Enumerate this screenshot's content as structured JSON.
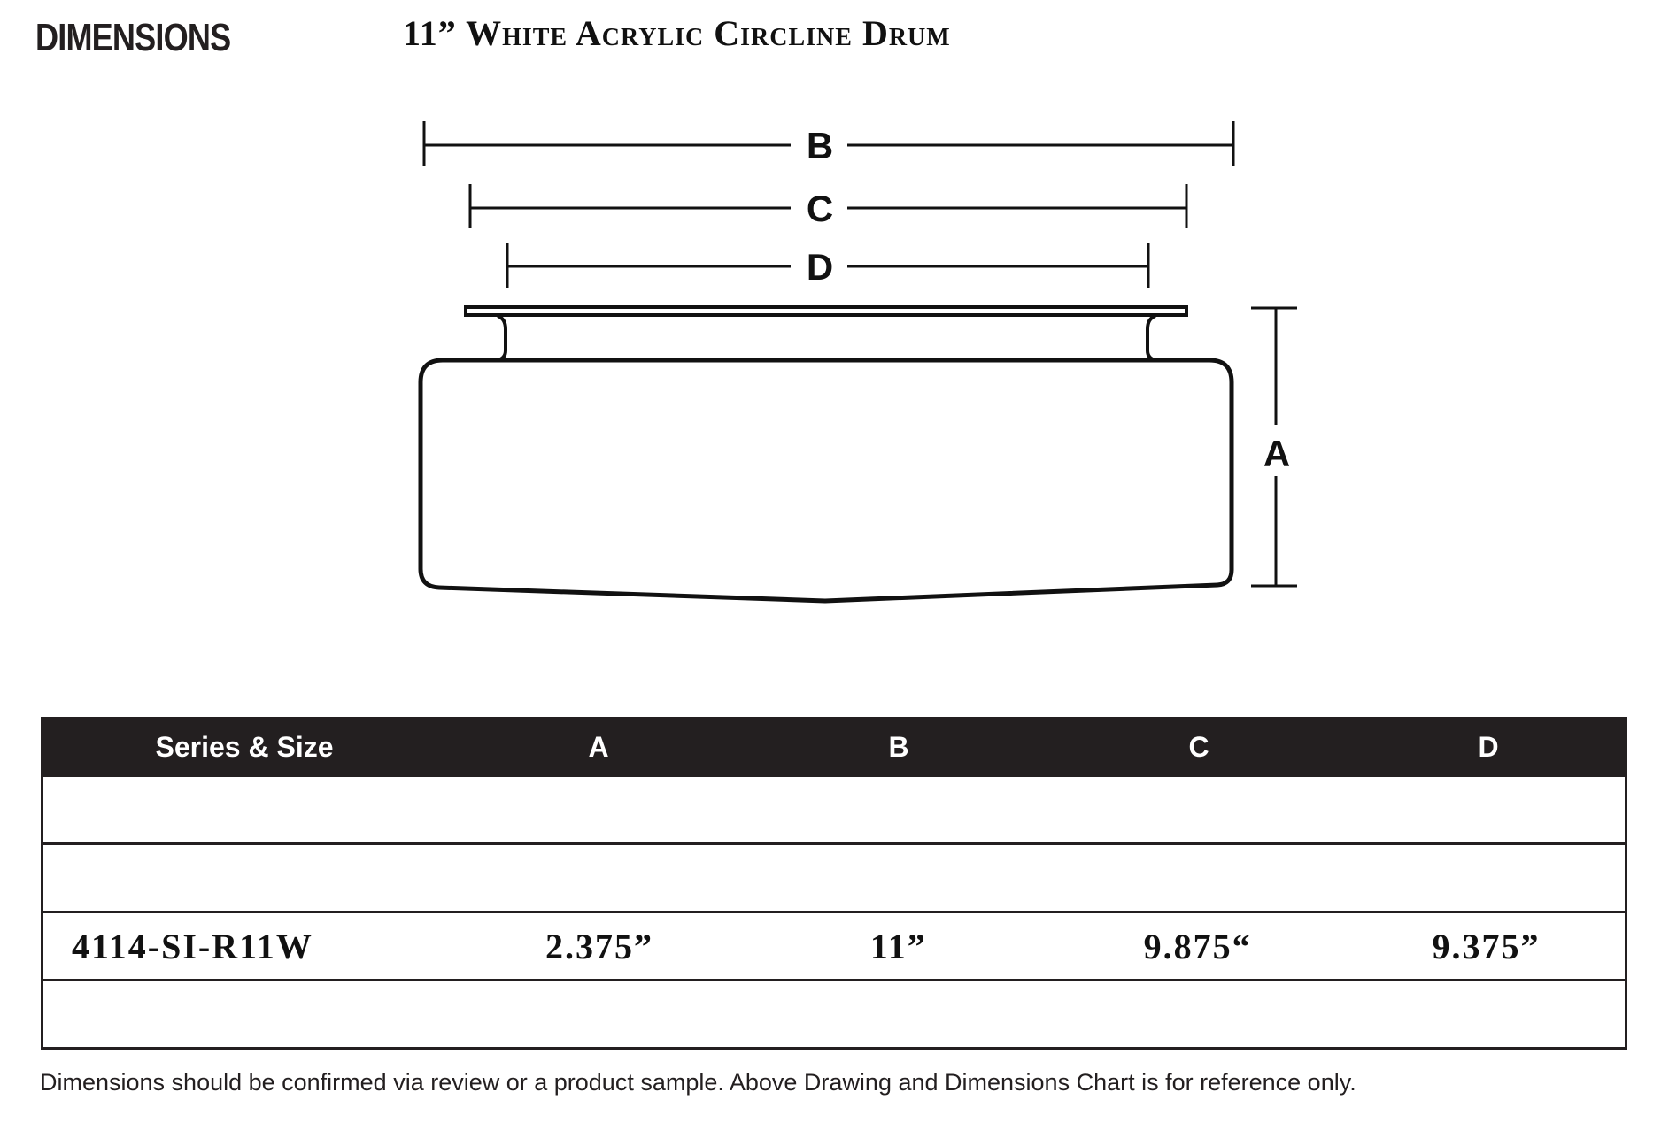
{
  "header": {
    "section_heading": "DIMENSIONS",
    "product_title": "11” White Acrylic Circline Drum"
  },
  "drawing": {
    "labels": {
      "a": "A",
      "b": "B",
      "c": "C",
      "d": "D"
    },
    "stroke_color": "#111111"
  },
  "table": {
    "header_bg": "#231f20",
    "columns": [
      "Series & Size",
      "A",
      "B",
      "C",
      "D"
    ],
    "rows": [
      [
        "",
        "",
        "",
        "",
        ""
      ],
      [
        "",
        "",
        "",
        "",
        ""
      ],
      [
        "4114-SI-R11W",
        "2.375”",
        "11”",
        "9.875“",
        "9.375”"
      ],
      [
        "",
        "",
        "",
        "",
        ""
      ]
    ]
  },
  "footer": {
    "note": "Dimensions should be confirmed via review or a product sample.  Above Drawing and Dimensions Chart is for reference only."
  }
}
